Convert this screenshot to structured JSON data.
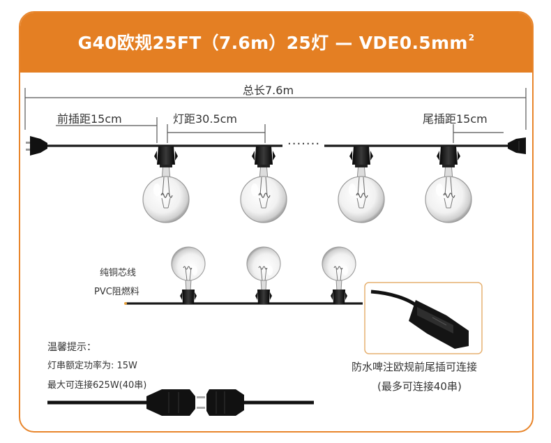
{
  "title": {
    "main": "G40欧规25FT（7.6m）25灯 — VDE0.5mm",
    "sup": "2"
  },
  "dimensions": {
    "total_length": "总长7.6m",
    "front_spacing": "前插距15cm",
    "bulb_spacing": "灯距30.5cm",
    "tail_spacing": "尾插距15cm"
  },
  "continuation": "·······",
  "wire_material": {
    "line1": "纯铜芯线",
    "line2": "PVC阻燃料"
  },
  "tips": {
    "heading": "温馨提示：",
    "power": "灯串额定功率为: 15W",
    "max": "最大可连接625W(40串)"
  },
  "connector": {
    "caption1": "防水啤注欧规前尾插可连接",
    "caption2": "(最多可连接40串)"
  },
  "colors": {
    "accent": "#E47F23",
    "wire": "#1a1a1a",
    "dimension_line": "#555555",
    "text": "#333333"
  },
  "icons": [
    "eu-plug-icon",
    "bulb-socket-icon",
    "g40-bulb-icon",
    "connector-icon"
  ]
}
